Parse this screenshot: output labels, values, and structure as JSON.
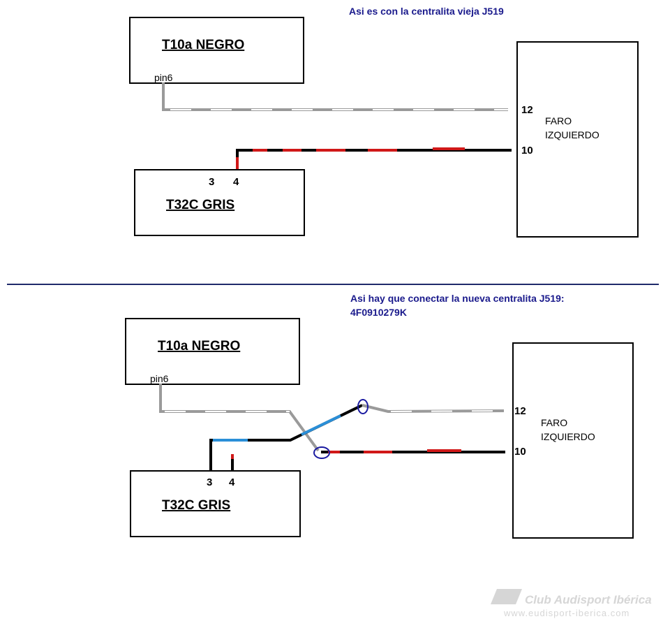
{
  "top": {
    "caption": "Asi es con la centralita vieja J519",
    "connector_black": {
      "title": "T10a NEGRO",
      "pin": "pin6"
    },
    "connector_gray": {
      "title": "T32C GRIS",
      "pin_a": "3",
      "pin_b": "4"
    },
    "headlight": {
      "line1": "FARO",
      "line2": "IZQUIERDO",
      "pin_a": "12",
      "pin_b": "10"
    }
  },
  "bottom": {
    "caption_line1": "Asi hay que conectar la nueva centralita J519:",
    "caption_line2": "4F0910279K",
    "connector_black": {
      "title": "T10a NEGRO",
      "pin": "pin6"
    },
    "connector_gray": {
      "title": "T32C GRIS",
      "pin_a": "3",
      "pin_b": "4"
    },
    "headlight": {
      "line1": "FARO",
      "line2": "IZQUIERDO",
      "pin_a": "12",
      "pin_b": "10"
    }
  },
  "watermark": {
    "brand": "Club Audisport Ibérica",
    "url": "www.eudisport-iberica.com"
  },
  "colors": {
    "caption_blue": "#1a1a8c",
    "divider_blue": "#1f2a6b",
    "wire_gray": "#9a9a9a",
    "wire_black": "#000000",
    "stripe_red": "#d01818",
    "stripe_blue": "#2a8fd8",
    "marker_blue": "#1a1aa0"
  }
}
